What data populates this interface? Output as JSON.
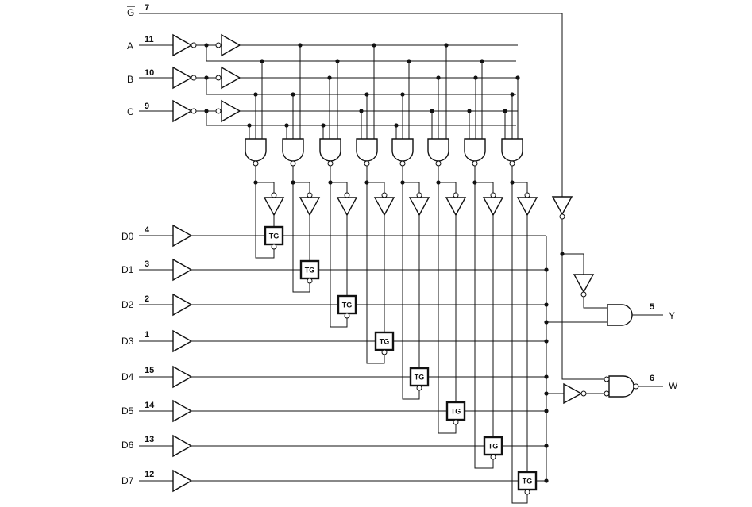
{
  "inputs": [
    {
      "signal": "G",
      "pin": "7",
      "overbar": true
    },
    {
      "signal": "A",
      "pin": "11"
    },
    {
      "signal": "B",
      "pin": "10"
    },
    {
      "signal": "C",
      "pin": "9"
    }
  ],
  "data_inputs": [
    {
      "signal": "D0",
      "pin": "4"
    },
    {
      "signal": "D1",
      "pin": "3"
    },
    {
      "signal": "D2",
      "pin": "2"
    },
    {
      "signal": "D3",
      "pin": "1"
    },
    {
      "signal": "D4",
      "pin": "15"
    },
    {
      "signal": "D5",
      "pin": "14"
    },
    {
      "signal": "D6",
      "pin": "13"
    },
    {
      "signal": "D7",
      "pin": "12"
    }
  ],
  "outputs": [
    {
      "signal": "Y",
      "pin": "5"
    },
    {
      "signal": "W",
      "pin": "6"
    }
  ],
  "gate_label": "TG"
}
